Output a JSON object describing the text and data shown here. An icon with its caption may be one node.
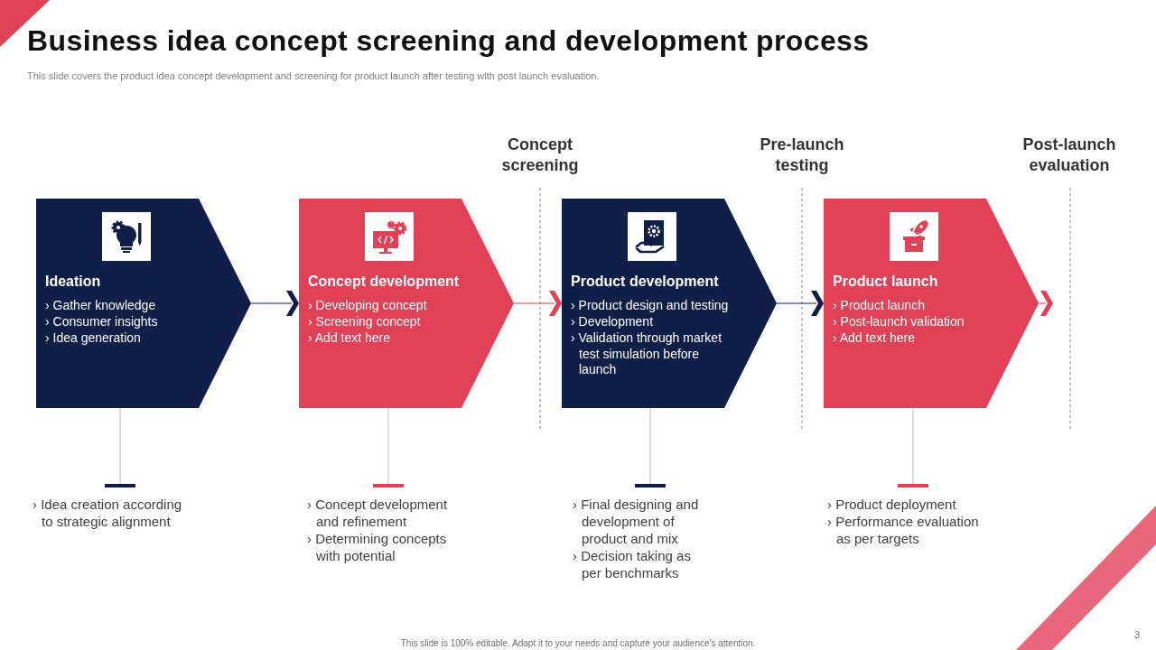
{
  "diagram": {
    "title": "Business idea concept screening and development process",
    "caption": "This slide covers the product idea concept development and screening for product launch after testing with post launch evaluation.",
    "nodes": [
      {
        "text": [
          "Ideation",
          "› Gather knowledge",
          "› Consumer insights",
          "› Idea generation"
        ]
      },
      {
        "text": [
          "Concept development",
          "› Developing concept",
          "› Screening concept",
          "› Add text here"
        ]
      },
      {
        "text": [
          "Product development",
          "› Product design and testing",
          "› Development",
          "› Validation through market test simulation before launch"
        ]
      },
      {
        "text": [
          "Product launch",
          "› Product launch",
          "› Post-launch validation",
          "› Add text here"
        ]
      },
      {
        "text": [
          "› Idea creation according to strategic alignment"
        ]
      },
      {
        "text": [
          "› Concept development and refinement",
          "› Determining concepts with potential"
        ]
      },
      {
        "text": [
          "› Final designing and development of product and mix",
          "› Decision taking as per benchmarks"
        ]
      },
      {
        "text": [
          "› Product deployment",
          "› Performance evaluation as per targets"
        ]
      }
    ],
    "edges": [
      {
        "from": 0,
        "to": 1,
        "arrow": "to",
        "color": "#0f1f48"
      },
      {
        "from": 1,
        "to": 2,
        "arrow": "to",
        "color": "#e04156"
      },
      {
        "from": 2,
        "to": 3,
        "arrow": "to",
        "color": "#0f1f48"
      },
      {
        "from": 3,
        "to": null,
        "arrow": "to",
        "color": "#e04156"
      },
      {
        "from": 0,
        "to": 4,
        "arrow": "other"
      },
      {
        "from": 1,
        "to": 5,
        "arrow": "other"
      },
      {
        "from": 2,
        "to": 6,
        "arrow": "other"
      },
      {
        "from": 3,
        "to": 7,
        "arrow": "other"
      }
    ],
    "labels": [
      "Concept screening",
      "Pre-launch testing",
      "Post-launch evaluation",
      "This slide is 100% editable. Adapt it to your needs and capture your audience's attention.",
      "3"
    ]
  }
}
